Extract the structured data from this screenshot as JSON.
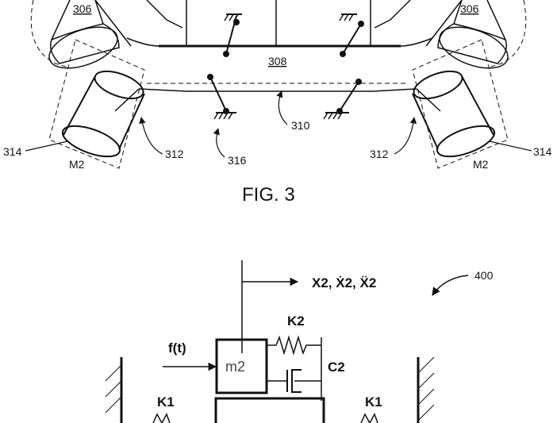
{
  "fig3": {
    "caption": "FIG. 3",
    "label_306_left": "306",
    "label_306_right": "306",
    "label_308": "308",
    "label_310": "310",
    "label_312_left": "312",
    "label_312_right": "312",
    "label_314_left": "314",
    "label_314_right": "314",
    "label_316": "316",
    "mass_left": "M2",
    "mass_right": "M2"
  },
  "fig4": {
    "ref": "400",
    "motion": "X2, Ẋ2, Ẍ2",
    "force": "f(t)",
    "mass": "m2",
    "spring_top": "K2",
    "damper": "C2",
    "spring_left": "K1",
    "spring_right": "K1"
  }
}
